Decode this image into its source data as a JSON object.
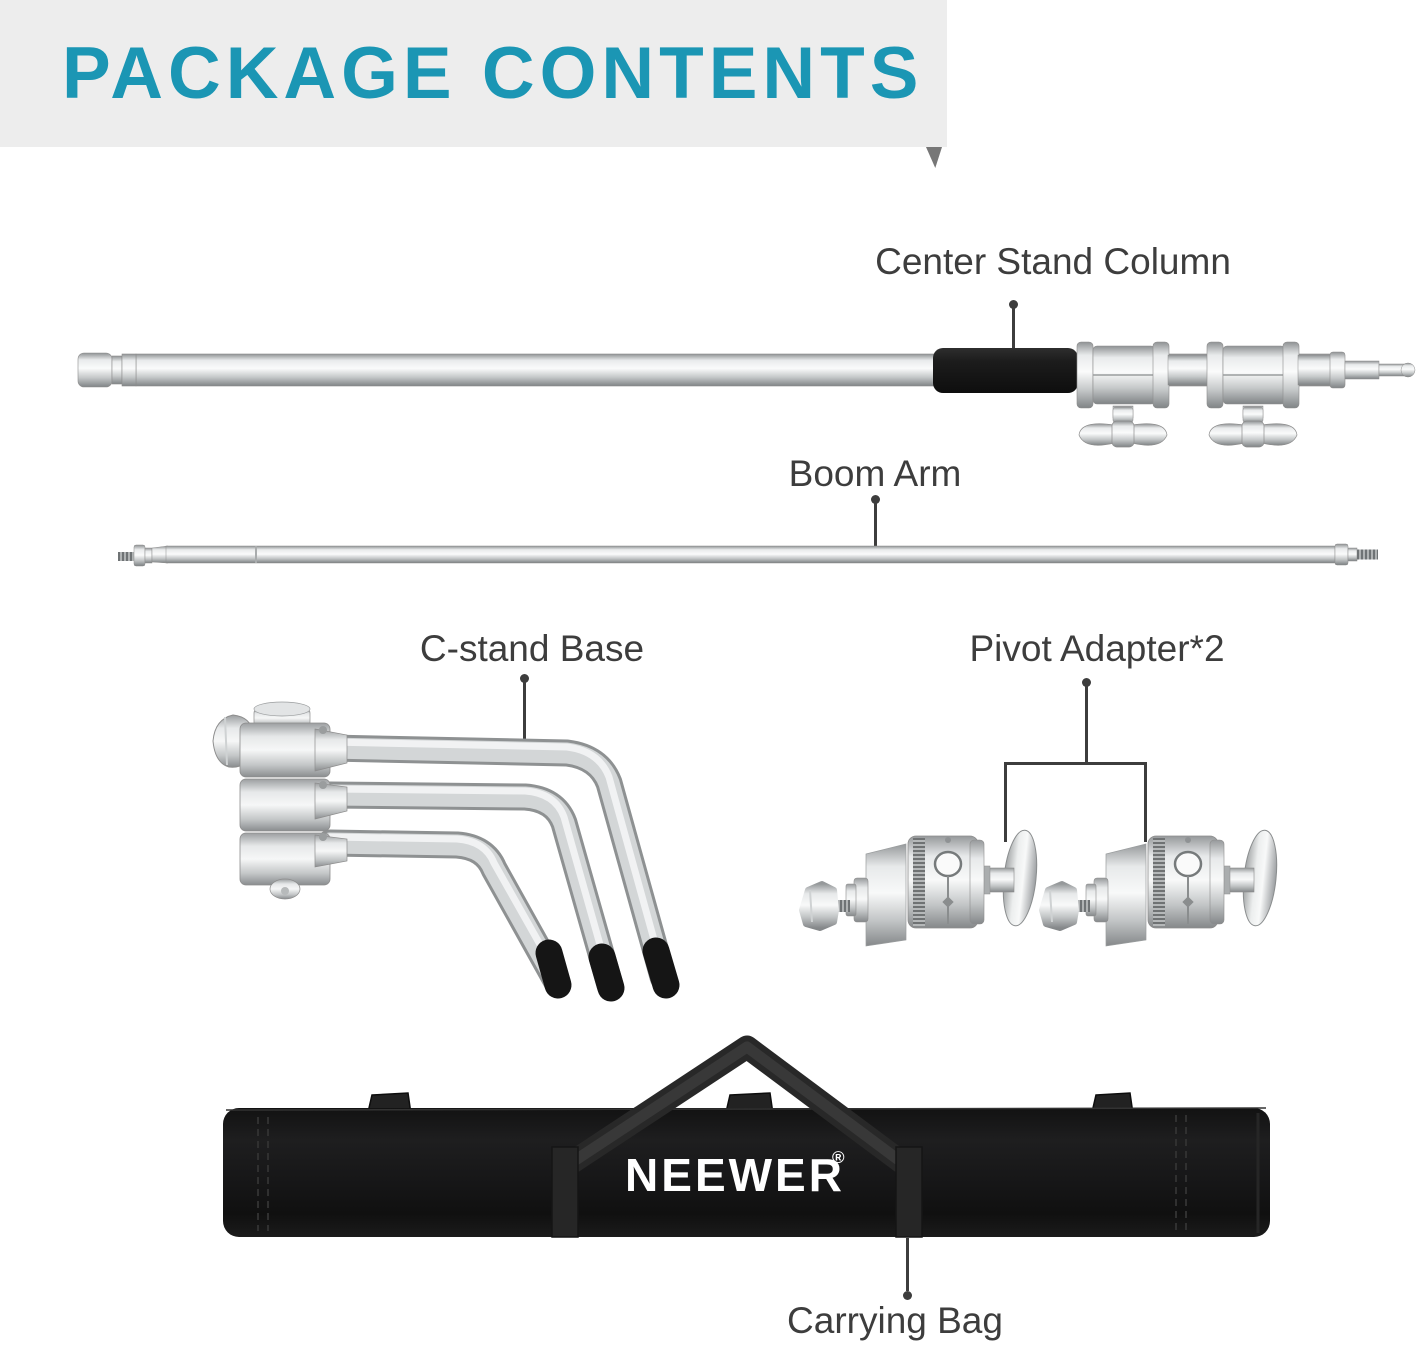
{
  "banner": {
    "title": "PACKAGE CONTENTS"
  },
  "labels": {
    "center_stand_column": "Center Stand Column",
    "boom_arm": "Boom Arm",
    "cstand_base": "C-stand Base",
    "pivot_adapter": "Pivot Adapter*2",
    "carrying_bag": "Carrying Bag"
  },
  "bag": {
    "brand": "NEEWER",
    "registered_mark": "®"
  },
  "colors": {
    "accent_teal": "#1b96b4",
    "banner_bg": "#ededed",
    "label_text": "#3d3d3d",
    "metal_silver": "#d6d8d9",
    "bag_black": "#141414"
  }
}
